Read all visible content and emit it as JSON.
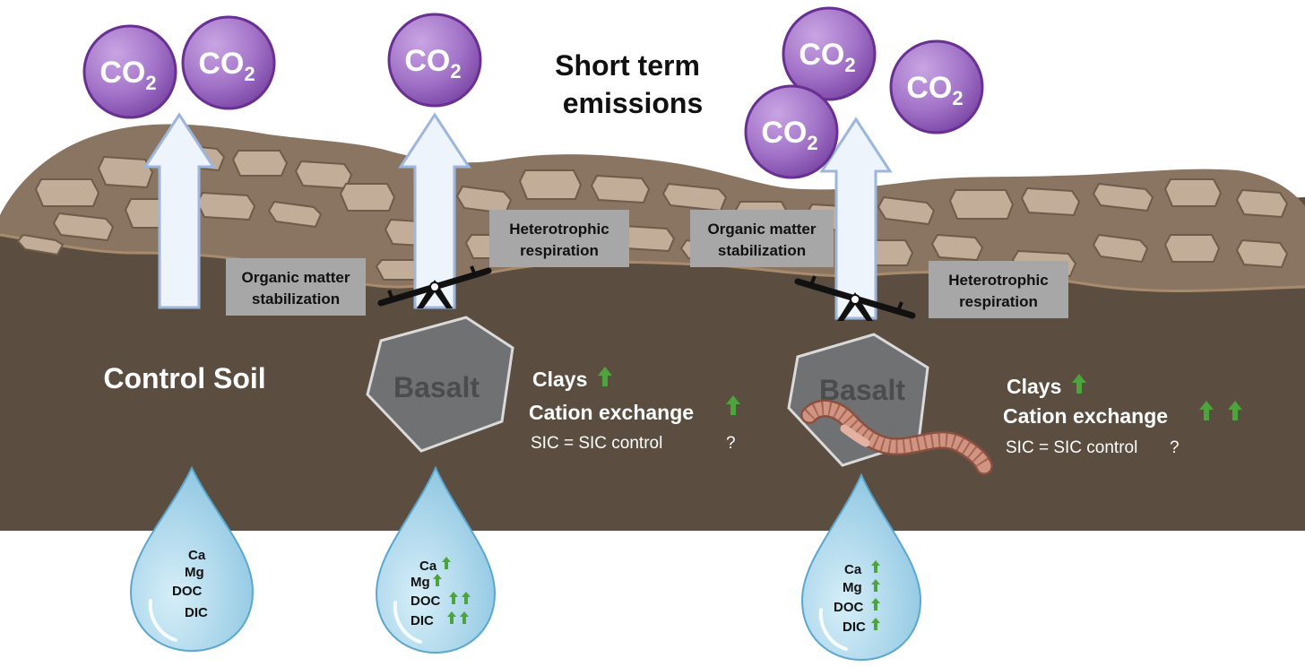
{
  "title": {
    "line1": "Short term",
    "line2": "emissions"
  },
  "co2": {
    "main": "CO",
    "sub": "2"
  },
  "labels": {
    "control_soil": "Control Soil",
    "basalt": "Basalt",
    "organic_matter_line1": "Organic matter",
    "organic_matter_line2": "stabilization",
    "heterotrophic_line1": "Heterotrophic",
    "heterotrophic_line2": "respiration"
  },
  "middle_panel": {
    "clays": "Clays",
    "cation_exchange": "Cation exchange",
    "sic": "SIC = SIC control",
    "question": "?"
  },
  "right_panel": {
    "clays": "Clays",
    "cation_exchange": "Cation exchange",
    "sic": "SIC = SIC control",
    "question": "?"
  },
  "drops": {
    "ca": "Ca",
    "mg": "Mg",
    "doc": "DOC",
    "dic": "DIC"
  },
  "colors": {
    "soil": "#5b4d40",
    "rock_layer": "#8a7562",
    "co2_bubble": "#9c6cc0",
    "arrow_fill": "#eef4fc",
    "arrow_stroke": "#9db6dd",
    "basalt": "#6f7173",
    "label_box": "#a7a7a7",
    "green_arrow": "#4da43c",
    "drop": "#a9d6eb"
  }
}
